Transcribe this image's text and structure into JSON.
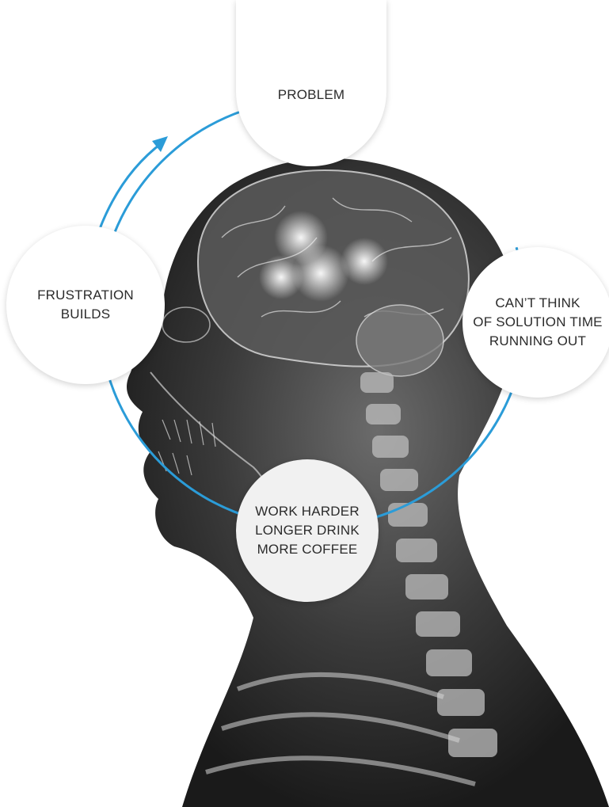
{
  "diagram": {
    "accent_color": "#2b9cd8",
    "nodes": [
      {
        "id": "problem",
        "lines": [
          "PROBLEM"
        ]
      },
      {
        "id": "cant_think",
        "lines": [
          "CAN’T THINK",
          "OF SOLUTION TIME",
          "RUNNING OUT"
        ]
      },
      {
        "id": "work_harder",
        "lines": [
          "WORK HARDER",
          "LONGER DRINK",
          "MORE COFFEE"
        ]
      },
      {
        "id": "frustration",
        "lines": [
          "FRUSTRATION",
          "BUILDS"
        ]
      }
    ],
    "background_image": "human-head-xray-skeleton"
  }
}
